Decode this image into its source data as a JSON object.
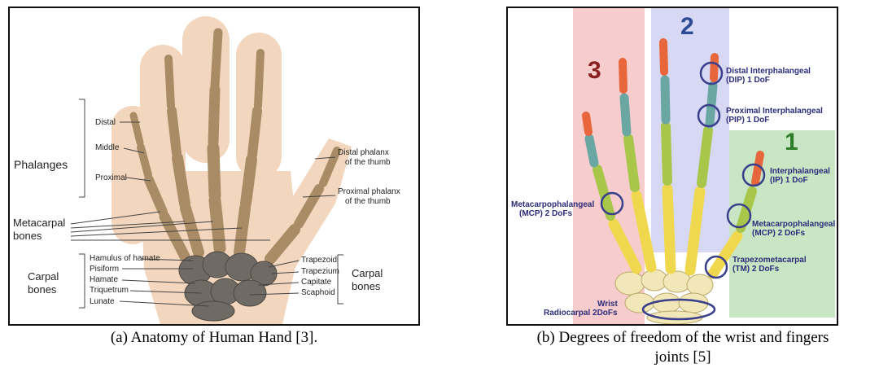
{
  "panel_a": {
    "labels": {
      "distal": "Distal",
      "middle": "Middle",
      "proximal": "Proximal",
      "phalanges": "Phalanges",
      "metacarpal_l1": "Metacarpal",
      "metacarpal_l2": "bones",
      "carpal_left_l1": "Carpal",
      "carpal_left_l2": "bones",
      "hamulus": "Hamulus of hamate",
      "pisiform": "Pisiform",
      "hamate": "Hamate",
      "triquetrum": "Triquetrum",
      "lunate": "Lunate",
      "distal_thumb_l1": "Distal phalanx",
      "distal_thumb_l2": "of the thumb",
      "proximal_thumb_l1": "Proximal phalanx",
      "proximal_thumb_l2": "of the thumb",
      "trapezoid": "Trapezoid",
      "trapezium": "Trapezium",
      "capitate": "Capitate",
      "scaphoid": "Scaphoid",
      "carpal_right_l1": "Carpal",
      "carpal_right_l2": "bones"
    },
    "caption": "(a) Anatomy of Human Hand [3]."
  },
  "panel_b": {
    "numbers": {
      "n1": "1",
      "n2": "2",
      "n3": "3"
    },
    "labels": {
      "dip_l1": "Distal Interphalangeal",
      "dip_l2": "(DIP) 1 DoF",
      "pip_l1": "Proximal Interphalangeal",
      "pip_l2": "(PIP) 1 DoF",
      "ip_l1": "Interphalangeal",
      "ip_l2": "(IP) 1 DoF",
      "mcp_left_l1": "Metacarpophalangeal",
      "mcp_left_l2": "(MCP) 2 DoFs",
      "mcp_right_l1": "Metacarpophalangeal",
      "mcp_right_l2": "(MCP) 2 DoFs",
      "tm_l1": "Trapezometacarpal",
      "tm_l2": "(TM) 2 DoFs",
      "wrist_l1": "Wrist",
      "wrist_l2": "Radiocarpal 2DoFs"
    },
    "caption_l1": "(b) Degrees of freedom of the wrist and fingers",
    "caption_l2": "joints [5]"
  },
  "colors": {
    "skin": "#f2d6bd",
    "bone": "#a98c66",
    "carpal": "#6f6a63",
    "zone_red": "#f6cccc",
    "zone_blue": "#d6d8f4",
    "zone_green": "#c8e6c4",
    "distal_orange": "#e8663c",
    "middle_teal": "#6aa7a3",
    "proximal_green": "#a8c64a",
    "metacarpal_yellow": "#f0d84e",
    "carpal_cream": "#f2e7b8",
    "circle_navy": "#3a3f8c",
    "num1": "#2f7d2a",
    "num2": "#2d4a94",
    "num3": "#8a1f1f"
  }
}
